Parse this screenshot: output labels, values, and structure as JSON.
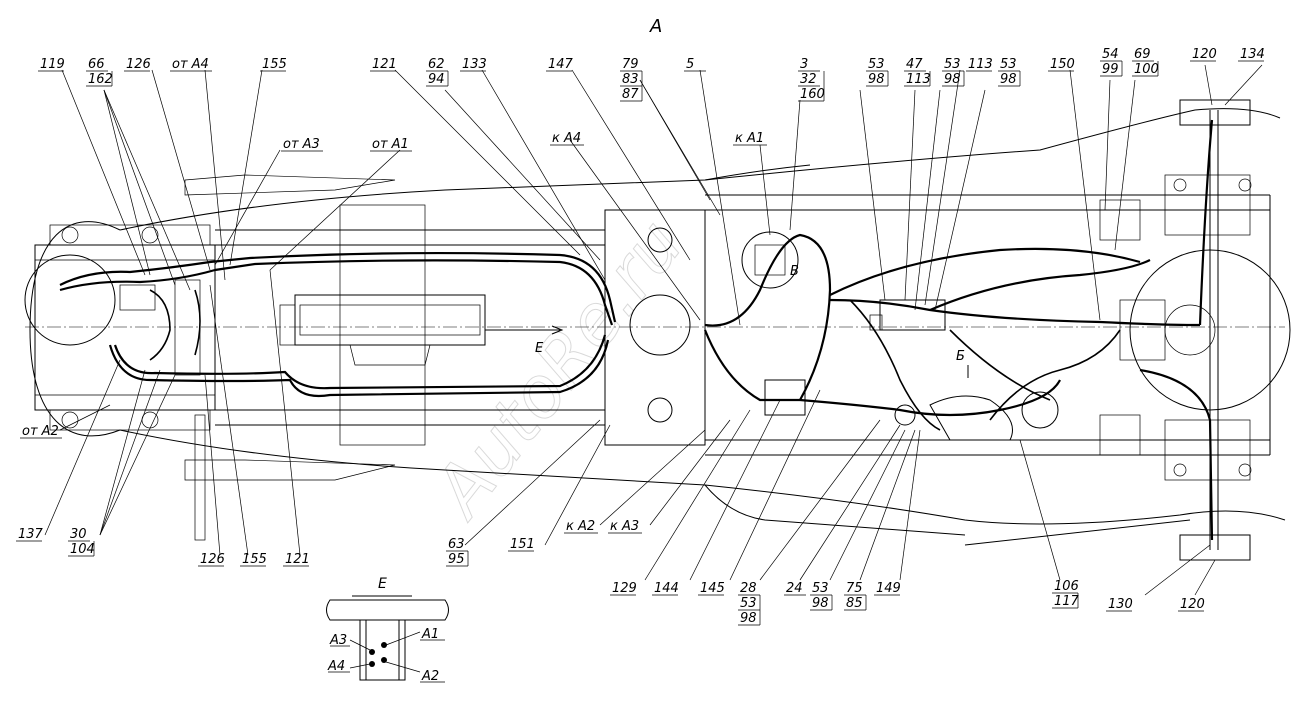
{
  "view": {
    "title": "A"
  },
  "watermark": "AutoRe.ru",
  "callouts_top": [
    {
      "id": "c119",
      "lines": [
        "119"
      ]
    },
    {
      "id": "c66",
      "lines": [
        "66",
        "162"
      ]
    },
    {
      "id": "c126t",
      "lines": [
        "126"
      ]
    },
    {
      "id": "cA4t",
      "lines": [
        "от А4"
      ]
    },
    {
      "id": "c155t",
      "lines": [
        "155"
      ]
    },
    {
      "id": "c121t",
      "lines": [
        "121"
      ]
    },
    {
      "id": "c62",
      "lines": [
        "62",
        "94"
      ]
    },
    {
      "id": "c133",
      "lines": [
        "133"
      ]
    },
    {
      "id": "c147",
      "lines": [
        "147"
      ]
    },
    {
      "id": "c79",
      "lines": [
        "79",
        "83",
        "87"
      ]
    },
    {
      "id": "c5",
      "lines": [
        "5"
      ]
    },
    {
      "id": "c3",
      "lines": [
        "3",
        "32",
        "160"
      ]
    },
    {
      "id": "c53a",
      "lines": [
        "53",
        "98"
      ]
    },
    {
      "id": "c47",
      "lines": [
        "47",
        "113"
      ]
    },
    {
      "id": "c53b",
      "lines": [
        "53",
        "98"
      ]
    },
    {
      "id": "c113",
      "lines": [
        "113"
      ]
    },
    {
      "id": "c53c",
      "lines": [
        "53",
        "98"
      ]
    },
    {
      "id": "c150",
      "lines": [
        "150"
      ]
    },
    {
      "id": "c54",
      "lines": [
        "54",
        "99"
      ]
    },
    {
      "id": "c69",
      "lines": [
        "69",
        "100"
      ]
    },
    {
      "id": "c120t",
      "lines": [
        "120"
      ]
    },
    {
      "id": "c134",
      "lines": [
        "134"
      ]
    }
  ],
  "callouts_side": [
    {
      "id": "cA3",
      "lines": [
        "от А3"
      ]
    },
    {
      "id": "cA1",
      "lines": [
        "от А1"
      ]
    },
    {
      "id": "ckA4",
      "lines": [
        "к А4"
      ]
    },
    {
      "id": "ckA1",
      "lines": [
        "к А1"
      ]
    },
    {
      "id": "cA2",
      "lines": [
        "от А2"
      ]
    },
    {
      "id": "ckA2",
      "lines": [
        "к А2"
      ]
    },
    {
      "id": "ckA3",
      "lines": [
        "к А3"
      ]
    }
  ],
  "callouts_bottom": [
    {
      "id": "c137",
      "lines": [
        "137"
      ]
    },
    {
      "id": "c30",
      "lines": [
        "30",
        "104"
      ]
    },
    {
      "id": "c126b",
      "lines": [
        "126"
      ]
    },
    {
      "id": "c155b",
      "lines": [
        "155"
      ]
    },
    {
      "id": "c121b",
      "lines": [
        "121"
      ]
    },
    {
      "id": "c63",
      "lines": [
        "63",
        "95"
      ]
    },
    {
      "id": "c151",
      "lines": [
        "151"
      ]
    },
    {
      "id": "c129",
      "lines": [
        "129"
      ]
    },
    {
      "id": "c144",
      "lines": [
        "144"
      ]
    },
    {
      "id": "c145",
      "lines": [
        "145"
      ]
    },
    {
      "id": "c28",
      "lines": [
        "28",
        "53",
        "98"
      ]
    },
    {
      "id": "c24",
      "lines": [
        "24"
      ]
    },
    {
      "id": "c53d",
      "lines": [
        "53",
        "98"
      ]
    },
    {
      "id": "c75",
      "lines": [
        "75",
        "85"
      ]
    },
    {
      "id": "c149",
      "lines": [
        "149"
      ]
    },
    {
      "id": "c106",
      "lines": [
        "106",
        "117"
      ]
    },
    {
      "id": "c130",
      "lines": [
        "130"
      ]
    },
    {
      "id": "c120b",
      "lines": [
        "120"
      ]
    }
  ],
  "inner_marks": [
    "E",
    "В",
    "Б"
  ],
  "detail_E": {
    "title": "Е",
    "labels": [
      "А3",
      "А1",
      "А4",
      "А2"
    ]
  }
}
